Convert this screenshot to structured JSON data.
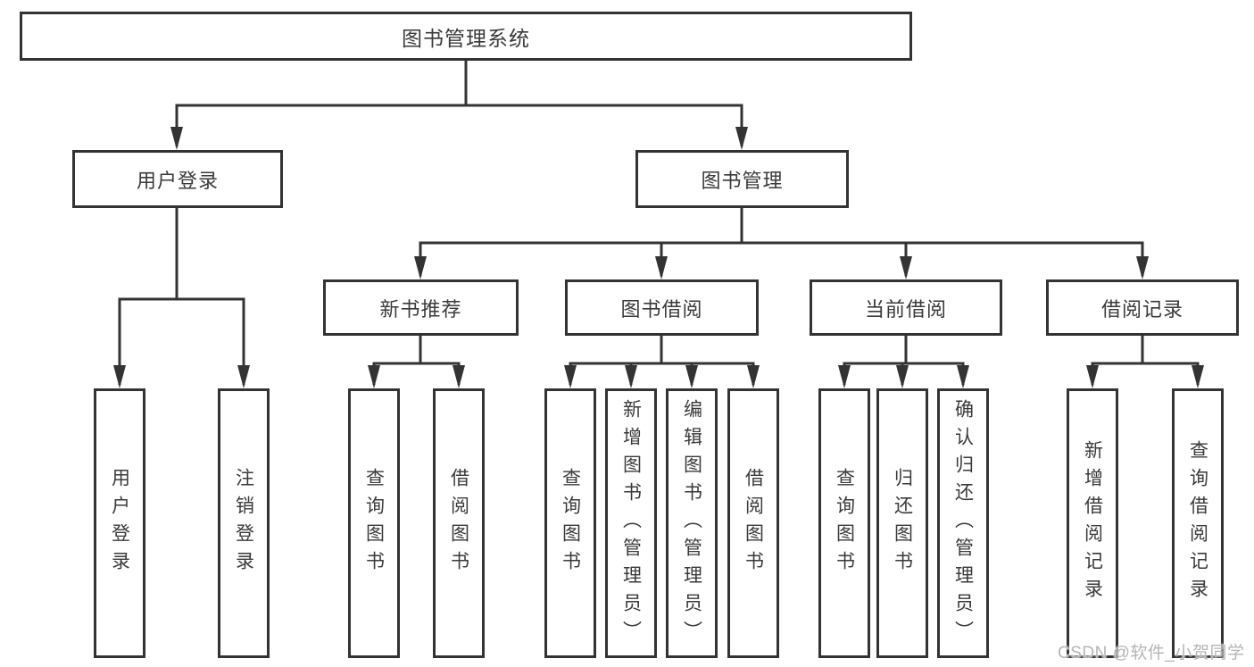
{
  "colors": {
    "line": "#333333",
    "box_border": "#333333",
    "text": "#3a3a3a",
    "watermark": "#b5b5b5",
    "background": "#ffffff"
  },
  "tree": {
    "root": {
      "label": "图书管理系统",
      "children": [
        {
          "label": "用户登录",
          "children": [
            {
              "label": "用户登录"
            },
            {
              "label": "注销登录"
            }
          ]
        },
        {
          "label": "图书管理",
          "children": [
            {
              "label": "新书推荐",
              "children": [
                {
                  "label": "查询图书"
                },
                {
                  "label": "借阅图书"
                }
              ]
            },
            {
              "label": "图书借阅",
              "children": [
                {
                  "label": "查询图书"
                },
                {
                  "label": "新增图书（管理员）"
                },
                {
                  "label": "编辑图书（管理员）"
                },
                {
                  "label": "借阅图书"
                }
              ]
            },
            {
              "label": "当前借阅",
              "children": [
                {
                  "label": "查询图书"
                },
                {
                  "label": "归还图书"
                },
                {
                  "label": "确认归还（管理员）"
                }
              ]
            },
            {
              "label": "借阅记录",
              "children": [
                {
                  "label": "新增借阅记录"
                },
                {
                  "label": "查询借阅记录"
                }
              ]
            }
          ]
        }
      ]
    }
  },
  "watermark": {
    "text": "CSDN @软件_小贺同学"
  }
}
